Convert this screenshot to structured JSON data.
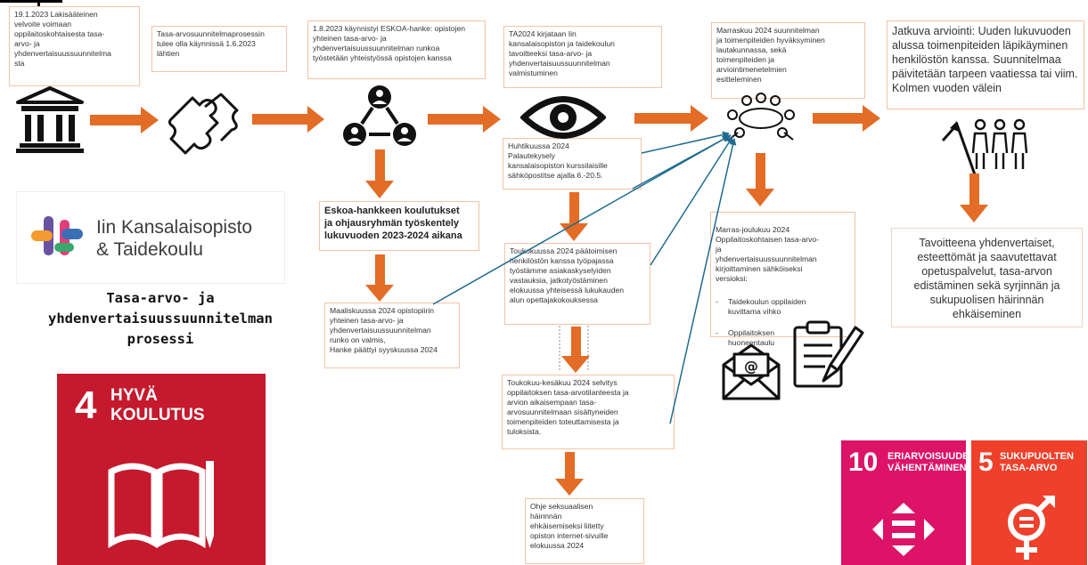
{
  "steps": {
    "s1": "19.1.2023 Lakisääteinen\nvelvoite voimaan\noppilaitoskohtaisesta tasa-\narvo- ja\nyhdenvertaisuussuunnitelma\nsta",
    "s2": "Tasa-arvosuunnitelmaprosessin\ntulee olla käynnissä 1.6.2023\nlähtien",
    "s3": "1.8.2023 käynnistyi ESKOA-hanke: opistojen\nyhteinen tasa-arvo- ja\nyhdenvertaisuussuunnitelman runkoa\ntyöstetään yhteistyössä opistojen kanssa",
    "s4": "TA2024 kirjataan Iin\nkansalaisopiston ja taidekoulun\ntavoitteeksi tasa-arvo- ja\nyhdenvertaisuussuunnitelman\nvalmistuminen",
    "s5": "Marraskuu 2024 suunnitelman\nja toimenpiteiden hyväksyminen\nlautakunnassa, sekä\ntoimenpiteiden ja\narviointimenetelmien\nesitteleminen",
    "s6": "Jatkuva arviointi: Uuden lukuvuoden alussa toimenpiteiden läpikäyminen henkilöstön kanssa. Suunnitelmaa päivitetään tarpeen vaatiessa tai viim. Kolmen vuoden välein",
    "eskoa": "Eskoa-hankkeen koulutukset\nja ohjausryhmän työskentely\nlukuvuoden 2023-2024 aikana",
    "maalis": "Maaliskuussa 2024 opistopiirin\nyhteinen tasa-arvo- ja\nyhdenvertaisuussuunnitelman\nrunko on valmis,\nHanke päättyi syyskuussa 2024",
    "huhti": "Huhtikuussa 2024\nPalautekysely\nkansalaisopiston kurssilaisille\nsähköpostitse ajalla 6.-20.5.",
    "touko": "Toukokuussa 2024 päätoimisen\nhenkilöstön kanssa työpajassa\ntyöstämme asiakaskyselyiden\nvastauksia, jatkotyöstäminen\nelokuussa yhteisessä lukukauden\nalun opettajakokouksessa",
    "toukokesa": "Toukokuu-kesäkuu 2024 selvitys\noppilaitoksen tasa-arvotilanteesta ja\narvion aikaisempaan tasa-\narvosuunnitelmaan sisältyneiden\ntoimenpiteiden toteuttamisesta ja\ntuloksista.",
    "ohje": "Ohje seksuaalisen\nhäirinnän\nehkäisemiseksi liitetty\nopiston internet-sivuille\nelokuussa 2024",
    "marrasjoulu": "Marras-joulukuu 2024\nOppilaitoskohtaisen tasa-arvo-\nja\nyhdenvertaisuussuunnitelman\nkirjoittaminen sähköiseksi\nversioksi:",
    "marras_list": [
      "Taidekoulun oppilaiden\nkuvittama vihko",
      "Oppilaitoksen\nhuoneentaulu"
    ],
    "goal": "Tavoitteena yhdenvertaiset, esteettömät ja saavutettavat opetuspalvelut, tasa-arvon edistäminen sekä syrjinnän ja sukupuolisen häirinnän ehkäiseminen"
  },
  "logo": {
    "name": "Iin Kansalaisopisto\n& Taidekoulu"
  },
  "title": "Tasa-arvo- ja\nyhdenvertaisuussuunnitelman\nprosessi",
  "sdg4": {
    "number": "4",
    "label": "HYVÄ\nKOULUTUS",
    "color": "#C5192D"
  },
  "sdg10": {
    "number": "10",
    "label": "ERIARVOISUUDEN\nVÄHENTÄMINEN",
    "color": "#DD1367"
  },
  "sdg5": {
    "number": "5",
    "label": "SUKUPUOLTEN\nTASA-ARVO",
    "color": "#EF402B"
  },
  "icons": [
    "museum-icon",
    "puzzle-icon",
    "network-icon",
    "eye-icon",
    "meeting-table-icon",
    "people-graph-icon",
    "email-icon",
    "clipboard-pen-icon",
    "book-pencil-icon",
    "arrows-equal-icon",
    "gender-equality-icon"
  ],
  "colors": {
    "arrow": "#E36C26",
    "connector": "#1F6B8F",
    "box_border": "#F2C4A6"
  }
}
